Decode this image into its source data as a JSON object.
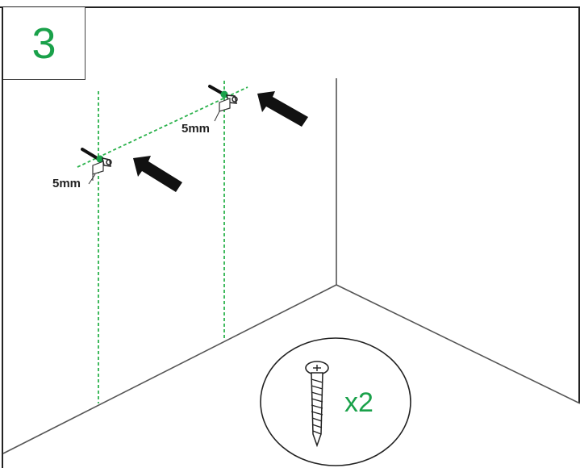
{
  "step": {
    "number": "3"
  },
  "colors": {
    "accent": "#1aa14a",
    "line": "#444444",
    "arrow": "#111111"
  },
  "labels": {
    "left_offset": "5mm",
    "right_offset": "5mm"
  },
  "hardware": {
    "icon": "screw-icon",
    "quantity_label": "x2"
  },
  "icons": [
    "arrow-icon",
    "screw-icon",
    "wall-plug-icon"
  ]
}
